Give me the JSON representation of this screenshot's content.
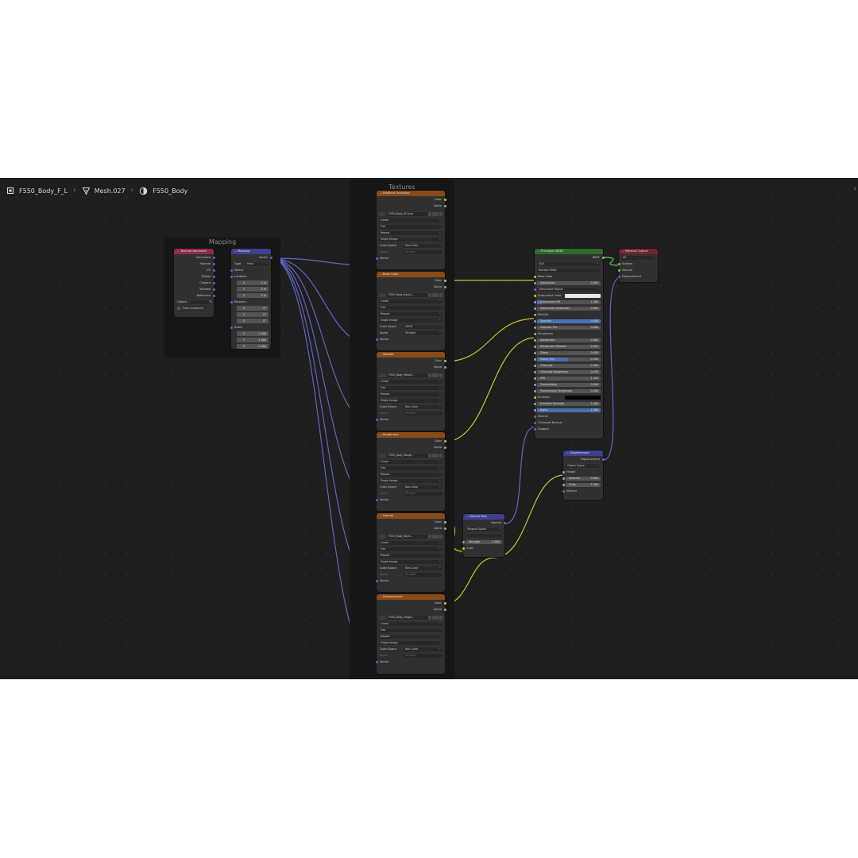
{
  "breadcrumb": {
    "object_name": "F550_Body_F_L",
    "mesh_name": "Mesh.027",
    "material_name": "F550_Body"
  },
  "frames": {
    "mapping_label": "Mapping",
    "textures_label": "Textures"
  },
  "tex_coord": {
    "title": "TextureCoordinate",
    "outputs": [
      "Generated",
      "Normal",
      "UV",
      "Object",
      "Camera",
      "Window",
      "Reflection"
    ],
    "object_label": "Object:",
    "from_instancer": "From Instancer"
  },
  "mapping": {
    "title": "Mapping",
    "output": "Vector",
    "type_label": "Type:",
    "type_value": "Point",
    "vector": "Vector",
    "location": "Location:",
    "loc": [
      {
        "a": "X",
        "v": "0 m"
      },
      {
        "a": "Y",
        "v": "0 m"
      },
      {
        "a": "Z",
        "v": "0 m"
      }
    ],
    "rotation": "Rotation:",
    "rot": [
      {
        "a": "X",
        "v": "0°"
      },
      {
        "a": "Y",
        "v": "0°"
      },
      {
        "a": "Z",
        "v": "0°"
      }
    ],
    "scale": "Scale:",
    "scl": [
      {
        "a": "X",
        "v": "1.000"
      },
      {
        "a": "Y",
        "v": "1.000"
      },
      {
        "a": "Z",
        "v": "1.000"
      }
    ]
  },
  "textures": [
    {
      "title": "Ambient Occlusion",
      "image": "F550_Body_AO.png",
      "interp": "Linear",
      "proj": "Flat",
      "ext": "Repeat",
      "source": "Single Image",
      "colorspace": "Non-Color",
      "alpha": "Straight",
      "color": "Color",
      "alpha_out": "Alpha",
      "cs_label": "Color Space",
      "alpha_label": "Alpha",
      "vector": "Vector",
      "alpha_active": false
    },
    {
      "title": "Base Color",
      "image": "F550_Body_BaseC...",
      "interp": "Linear",
      "proj": "Flat",
      "ext": "Repeat",
      "source": "Single Image",
      "colorspace": "sRGB",
      "alpha": "Straight",
      "color": "Color",
      "alpha_out": "Alpha",
      "cs_label": "Color Space",
      "alpha_label": "Alpha",
      "vector": "Vector",
      "alpha_active": true
    },
    {
      "title": "Metallic",
      "image": "F550_Body_Metalli...",
      "interp": "Linear",
      "proj": "Flat",
      "ext": "Repeat",
      "source": "Single Image",
      "colorspace": "Non-Color",
      "alpha": "Straight",
      "color": "Color",
      "alpha_out": "Alpha",
      "cs_label": "Color Space",
      "alpha_label": "Alpha",
      "vector": "Vector",
      "alpha_active": false
    },
    {
      "title": "Roughness",
      "image": "F550_Body_Rough...",
      "interp": "Linear",
      "proj": "Flat",
      "ext": "Repeat",
      "source": "Single Image",
      "colorspace": "Non-Color",
      "alpha": "Straight",
      "color": "Color",
      "alpha_out": "Alpha",
      "cs_label": "Color Space",
      "alpha_label": "Alpha",
      "vector": "Vector",
      "alpha_active": false
    },
    {
      "title": "Normal",
      "image": "F550_Body_Norm...",
      "interp": "Linear",
      "proj": "Flat",
      "ext": "Repeat",
      "source": "Single Image",
      "colorspace": "Non-Color",
      "alpha": "Straight",
      "color": "Color",
      "alpha_out": "Alpha",
      "cs_label": "Color Space",
      "alpha_label": "Alpha",
      "vector": "Vector",
      "alpha_active": false
    },
    {
      "title": "Displacement",
      "image": "F550_Body_Height...",
      "interp": "Linear",
      "proj": "Flat",
      "ext": "Repeat",
      "source": "Single Image",
      "colorspace": "Non-Color",
      "alpha": "Straight",
      "color": "Color",
      "alpha_out": "Alpha",
      "cs_label": "Color Space",
      "alpha_label": "Alpha",
      "vector": "Vector",
      "alpha_active": false
    }
  ],
  "bsdf": {
    "title": "Principled BSDF",
    "output": "BSDF",
    "distribution": "GGX",
    "subsurface_method": "Random Walk",
    "base_color": "Base Color",
    "fields": [
      {
        "label": "Subsurface",
        "value": "0.000",
        "style": "plain"
      },
      {
        "label": "Subsurface Radius",
        "value": "",
        "style": "dropdown"
      },
      {
        "label": "Subsurface Color",
        "value": "",
        "style": "color-white"
      },
      {
        "label": "Subsurface IOR",
        "value": "1.400",
        "style": "blue-partial"
      },
      {
        "label": "Subsurface Anisotropy",
        "value": "0.000",
        "style": "plain"
      },
      {
        "label": "Metallic",
        "value": "",
        "style": "socket"
      },
      {
        "label": "Specular",
        "value": "0.500",
        "style": "blue"
      },
      {
        "label": "Specular Tint",
        "value": "0.000",
        "style": "plain"
      },
      {
        "label": "Roughness",
        "value": "",
        "style": "socket"
      },
      {
        "label": "Anisotropic",
        "value": "0.000",
        "style": "plain"
      },
      {
        "label": "Anisotropic Rotation",
        "value": "0.000",
        "style": "plain"
      },
      {
        "label": "Sheen",
        "value": "0.000",
        "style": "plain"
      },
      {
        "label": "Sheen Tint",
        "value": "0.500",
        "style": "half"
      },
      {
        "label": "Clearcoat",
        "value": "0.000",
        "style": "plain"
      },
      {
        "label": "Clearcoat Roughness",
        "value": "0.030",
        "style": "plain"
      },
      {
        "label": "IOR",
        "value": "1.450",
        "style": "plain"
      },
      {
        "label": "Transmission",
        "value": "0.000",
        "style": "plain"
      },
      {
        "label": "Transmission Roughness",
        "value": "0.000",
        "style": "plain"
      },
      {
        "label": "Emission",
        "value": "",
        "style": "color-black"
      },
      {
        "label": "Emission Strength",
        "value": "1.000",
        "style": "plain"
      },
      {
        "label": "Alpha",
        "value": "1.000",
        "style": "blue"
      },
      {
        "label": "Normal",
        "value": "",
        "style": "socket"
      },
      {
        "label": "Clearcoat Normal",
        "value": "",
        "style": "socket"
      },
      {
        "label": "Tangent",
        "value": "",
        "style": "socket"
      }
    ]
  },
  "material_output": {
    "title": "Material Output",
    "target": "All",
    "inputs": [
      "Surface",
      "Volume",
      "Displacement"
    ]
  },
  "displacement": {
    "title": "Displacement",
    "output": "Displacement",
    "space": "Object Space",
    "height": "Height",
    "midlevel_label": "Midlevel",
    "midlevel": "0.000",
    "scale_label": "Scale",
    "scale": "1.000",
    "normal": "Normal"
  },
  "normal_map": {
    "title": "Normal Map",
    "output": "Normal",
    "space": "Tangent Space",
    "strength_label": "Strength",
    "strength": "1.000",
    "color": "Color"
  },
  "colors": {
    "color_socket": "#c7c729",
    "vector_socket": "#6363c7",
    "shader_socket": "#63c763",
    "texture_header": "#8a4a17"
  }
}
